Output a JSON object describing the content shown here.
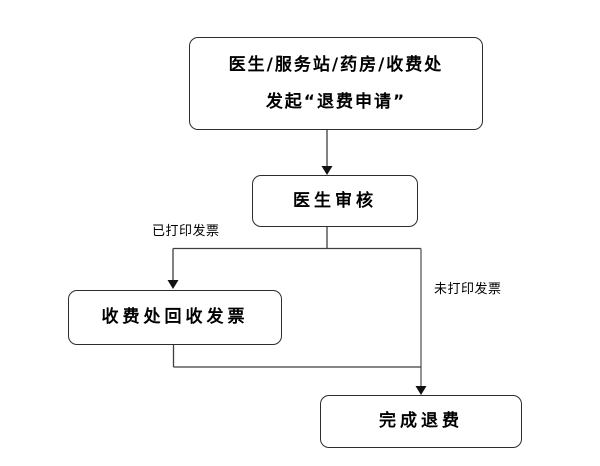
{
  "diagram": {
    "title_hint": "refund-request-flowchart",
    "nodes": {
      "start": {
        "line1": "医生/服务站/药房/收费处",
        "line2": "发起“退费申请”"
      },
      "review": {
        "label": "医生审核"
      },
      "recover": {
        "label": "收费处回收发票"
      },
      "complete": {
        "label": "完成退费"
      }
    },
    "edge_labels": {
      "printed": "已打印发票",
      "not_printed": "未打印发票"
    },
    "colors": {
      "line": "#3f3f3f",
      "border": "#2d2d2d",
      "text": "#000000",
      "background": "#ffffff"
    }
  }
}
